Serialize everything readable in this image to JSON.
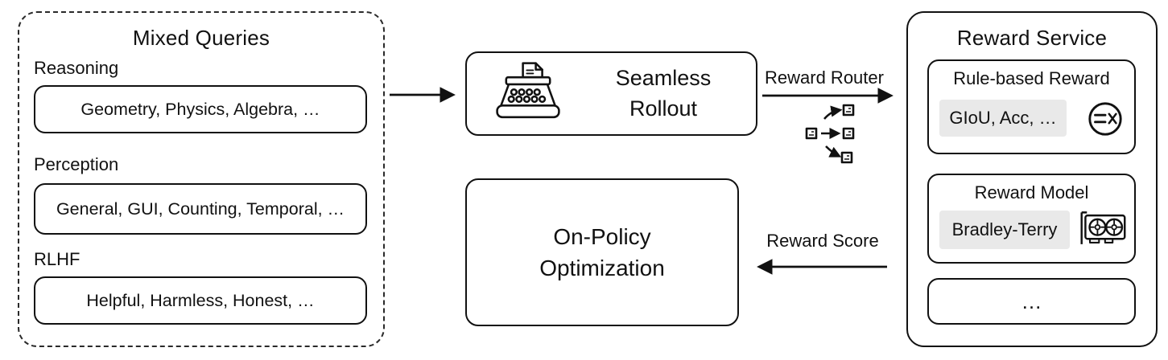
{
  "mixed_queries": {
    "title": "Mixed Queries",
    "groups": [
      {
        "label": "Reasoning",
        "items": "Geometry, Physics, Algebra, …"
      },
      {
        "label": "Perception",
        "items": "General, GUI, Counting, Temporal, …"
      },
      {
        "label": "RLHF",
        "items": "Helpful, Harmless, Honest, …"
      }
    ]
  },
  "pipeline": {
    "rollout_title": "Seamless Rollout",
    "optimization_title": "On-Policy Optimization"
  },
  "reward_service": {
    "title": "Reward Service",
    "rule_based": {
      "title": "Rule-based Reward",
      "items": "GIoU, Acc, …"
    },
    "reward_model": {
      "title": "Reward Model",
      "items": "Bradley-Terry"
    },
    "more": "…"
  },
  "flow_labels": {
    "reward_router": "Reward Router",
    "reward_score": "Reward Score"
  },
  "icons": {
    "rollout": "typewriter-icon",
    "router": "reward-router-icon",
    "rule_based": "equation-check-icon",
    "reward_model": "gpu-icon"
  },
  "colors": {
    "stroke": "#111111",
    "highlight": "#e9e9e9",
    "background": "#ffffff"
  }
}
